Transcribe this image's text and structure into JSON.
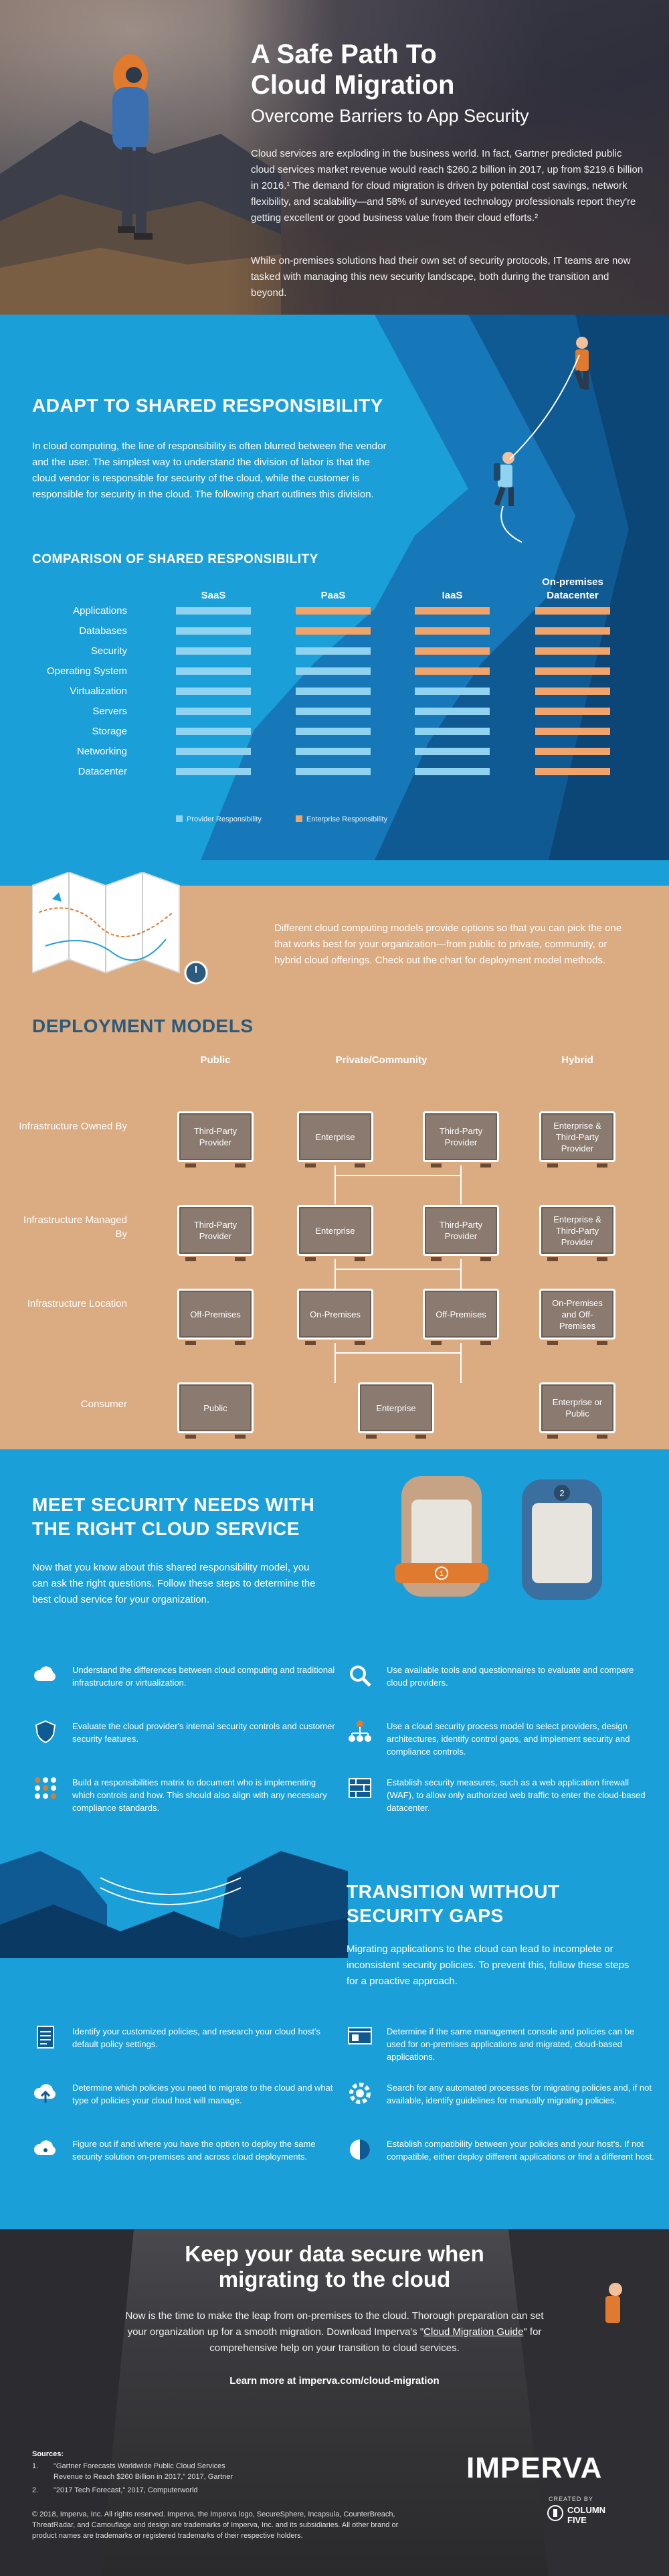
{
  "hero": {
    "title_line1": "A Safe Path To",
    "title_line2": "Cloud Migration",
    "subtitle": "Overcome Barriers to App Security",
    "p1": "Cloud services are exploding in the business world. In fact, Gartner predicted public cloud services market revenue would reach $260.2 billion in 2017, up from $219.6 billion in 2016.¹ The demand for cloud migration is driven by potential cost savings, network flexibility, and scalability—and 58% of surveyed technology professionals report they're getting excellent or good business value from their cloud efforts.²",
    "p2": "While on-premises solutions had their own set of security protocols, IT teams are now tasked with managing this new security landscape, both during the transition and beyond."
  },
  "adapt": {
    "heading": "ADAPT TO SHARED RESPONSIBILITY",
    "body": "In cloud computing, the line of responsibility is often blurred between the vendor and the user. The simplest way to understand the division of labor is that the cloud vendor is responsible for security of the cloud, while the customer is responsible for security in the cloud. The following chart outlines this division.",
    "chart_heading": "COMPARISON OF SHARED RESPONSIBILITY",
    "legend_provider": "Provider Responsibility",
    "legend_enterprise": "Enterprise Responsibility",
    "colors": {
      "provider": "#8fd3f0",
      "enterprise": "#f0a36a"
    }
  },
  "chart_data": {
    "type": "table",
    "title": "COMPARISON OF SHARED RESPONSIBILITY",
    "columns": [
      "SaaS",
      "PaaS",
      "IaaS",
      "On-premises Datacenter"
    ],
    "rows": [
      "Applications",
      "Databases",
      "Security",
      "Operating System",
      "Virtualization",
      "Servers",
      "Storage",
      "Networking",
      "Datacenter"
    ],
    "cells": [
      [
        "Provider",
        "Enterprise",
        "Enterprise",
        "Enterprise"
      ],
      [
        "Provider",
        "Enterprise",
        "Enterprise",
        "Enterprise"
      ],
      [
        "Provider",
        "Provider",
        "Enterprise",
        "Enterprise"
      ],
      [
        "Provider",
        "Provider",
        "Enterprise",
        "Enterprise"
      ],
      [
        "Provider",
        "Provider",
        "Provider",
        "Enterprise"
      ],
      [
        "Provider",
        "Provider",
        "Provider",
        "Enterprise"
      ],
      [
        "Provider",
        "Provider",
        "Provider",
        "Enterprise"
      ],
      [
        "Provider",
        "Provider",
        "Provider",
        "Enterprise"
      ],
      [
        "Provider",
        "Provider",
        "Provider",
        "Enterprise"
      ]
    ],
    "legend": [
      "Provider Responsibility",
      "Enterprise Responsibility"
    ],
    "legend_placement": "bottom"
  },
  "deploy": {
    "intro": "Different cloud computing models provide options so that you can pick the one that works best for your organization—from public to private, community, or hybrid cloud offerings. Check out the chart for deployment model methods.",
    "heading": "DEPLOYMENT MODELS",
    "columns": [
      "Public",
      "Private/Community",
      "Hybrid"
    ],
    "rows": [
      "Infrastructure Owned By",
      "Infrastructure Managed By",
      "Infrastructure Location",
      "Consumer"
    ],
    "owned": [
      "Third-Party Provider",
      "Enterprise",
      "Third-Party Provider",
      "Enterprise & Third-Party Provider"
    ],
    "managed": [
      "Third-Party Provider",
      "Enterprise",
      "Third-Party Provider",
      "Enterprise & Third-Party Provider"
    ],
    "location": [
      "Off-Premises",
      "On-Premises",
      "Off-Premises",
      "On-Premises and Off-Premises"
    ],
    "consumer": [
      "Public",
      "Enterprise",
      "Enterprise or Public"
    ]
  },
  "security": {
    "heading1": "MEET SECURITY NEEDS WITH",
    "heading2": "THE RIGHT CLOUD SERVICE",
    "intro": "Now that you know about this shared responsibility model, you can ask the right questions. Follow these steps to determine the best cloud service for your organization.",
    "backpack_numbers": [
      "1",
      "2"
    ],
    "steps": [
      {
        "icon": "cloud-arrows-icon",
        "text": "Understand the differences between cloud computing and traditional infrastructure or virtualization."
      },
      {
        "icon": "magnifier-cloud-icon",
        "text": "Use available tools and questionnaires to evaluate and compare cloud providers."
      },
      {
        "icon": "shield-icon",
        "text": "Evaluate the cloud provider's internal security controls and customer security features."
      },
      {
        "icon": "hierarchy-icon",
        "text": "Use a cloud security process model to select providers, design architectures, identify control gaps, and implement security and compliance controls."
      },
      {
        "icon": "matrix-icon",
        "text": "Build a responsibilities matrix to document who is implementing which controls and how. This should also align with any necessary compliance standards."
      },
      {
        "icon": "firewall-icon",
        "text": "Establish security measures, such as a web application firewall (WAF), to allow only authorized web traffic to enter the cloud-based datacenter."
      }
    ],
    "transition_heading1": "TRANSITION WITHOUT",
    "transition_heading2": "SECURITY GAPS",
    "transition_intro": "Migrating applications to the cloud can lead to incomplete or inconsistent security policies. To prevent this, follow these steps for a proactive approach.",
    "steps2": [
      {
        "icon": "document-icon",
        "text": "Identify your customized policies, and research your cloud host's default policy settings."
      },
      {
        "icon": "console-icon",
        "text": "Determine if the same management console and policies can be used for on-premises applications and migrated, cloud-based applications."
      },
      {
        "icon": "cloud-upload-icon",
        "text": "Determine which policies you need to migrate to the cloud and what type of policies your cloud host will manage."
      },
      {
        "icon": "gear-icon",
        "text": "Search for any automated processes for migrating policies and, if not available, identify guidelines for manually migrating policies."
      },
      {
        "icon": "cloud-question-icon",
        "text": "Figure out if and where you have the option to deploy the same security solution on-premises and across cloud deployments."
      },
      {
        "icon": "half-circle-icon",
        "text": "Establish compatibility between your policies and your host's. If not compatible, either deploy different applications or find a different host."
      }
    ]
  },
  "footer": {
    "heading1": "Keep your data secure when",
    "heading2": "migrating to the cloud",
    "body_line1": "Now is the time to make the leap from on-premises to the cloud. Thorough preparation can set your organization up for a smooth migration.",
    "body_line2_pre": "Download Imperva's \"",
    "body_link": "Cloud Migration Guide",
    "body_line2_post": "\" for comprehensive help on your transition to cloud services.",
    "cta": "Learn more at imperva.com/cloud-migration",
    "sources_label": "Sources:",
    "source1_num": "1.",
    "source1": "\"Gartner Forecasts Worldwide Public Cloud Services Revenue to Reach $260 Billion in 2017,\" 2017, Gartner",
    "source2_num": "2.",
    "source2": "\"2017 Tech Forecast,\" 2017, Computerworld",
    "copyright": "© 2018, Imperva, Inc. All rights reserved. Imperva, the Imperva logo, SecureSphere, Incapsula, CounterBreach, ThreatRadar, and Camouflage and design are trademarks of Imperva, Inc. and its subsidiaries. All other brand or product names are trademarks or registered trademarks of their respective holders.",
    "logo": "IMPERVA",
    "created_by": "CREATED BY",
    "cf1": "COLUMN",
    "cf2": "FIVE"
  }
}
